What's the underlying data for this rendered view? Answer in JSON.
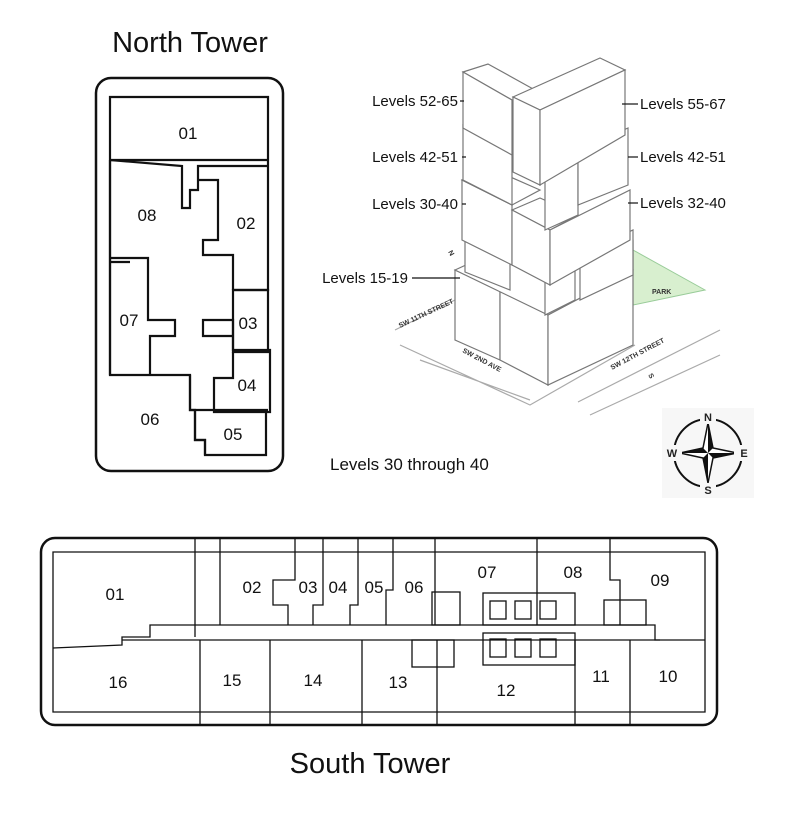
{
  "north_tower": {
    "title": "North Tower",
    "units": [
      "01",
      "02",
      "03",
      "04",
      "05",
      "06",
      "07",
      "08"
    ]
  },
  "south_tower": {
    "title": "South Tower",
    "units": [
      "01",
      "02",
      "03",
      "04",
      "05",
      "06",
      "07",
      "08",
      "09",
      "10",
      "11",
      "12",
      "13",
      "14",
      "15",
      "16"
    ]
  },
  "building": {
    "left_labels": [
      "Levels 52-65",
      "Levels 42-51",
      "Levels 30-40",
      "Levels 15-19"
    ],
    "right_labels": [
      "Levels 55-67",
      "Levels 42-51",
      "Levels 32-40"
    ],
    "streets": [
      "SW 11TH STREET",
      "SW 2ND AVE",
      "SW 12TH STREET"
    ],
    "park_label": "PARK",
    "park_color": "#d8efcf",
    "north_marker": "N",
    "south_marker": "S"
  },
  "caption": "Levels 30 through 40",
  "compass": {
    "n": "N",
    "e": "E",
    "s": "S",
    "w": "W"
  }
}
